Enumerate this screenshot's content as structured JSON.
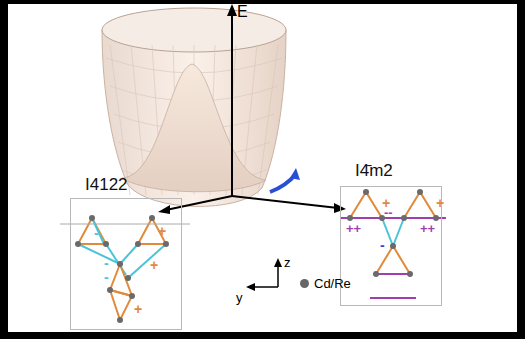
{
  "diagram": {
    "nodes": [
      {
        "text": [
          "I4122"
        ]
      },
      {
        "text": [
          "I4̄m2"
        ]
      }
    ],
    "labels": [
      "E",
      "-",
      "+",
      "-",
      "+",
      "-",
      "+",
      "+",
      "+",
      "++",
      "--",
      "++",
      "-",
      "z",
      "y"
    ],
    "legend": [
      {
        "text": "Cd/Re",
        "color": "#666666"
      }
    ]
  }
}
